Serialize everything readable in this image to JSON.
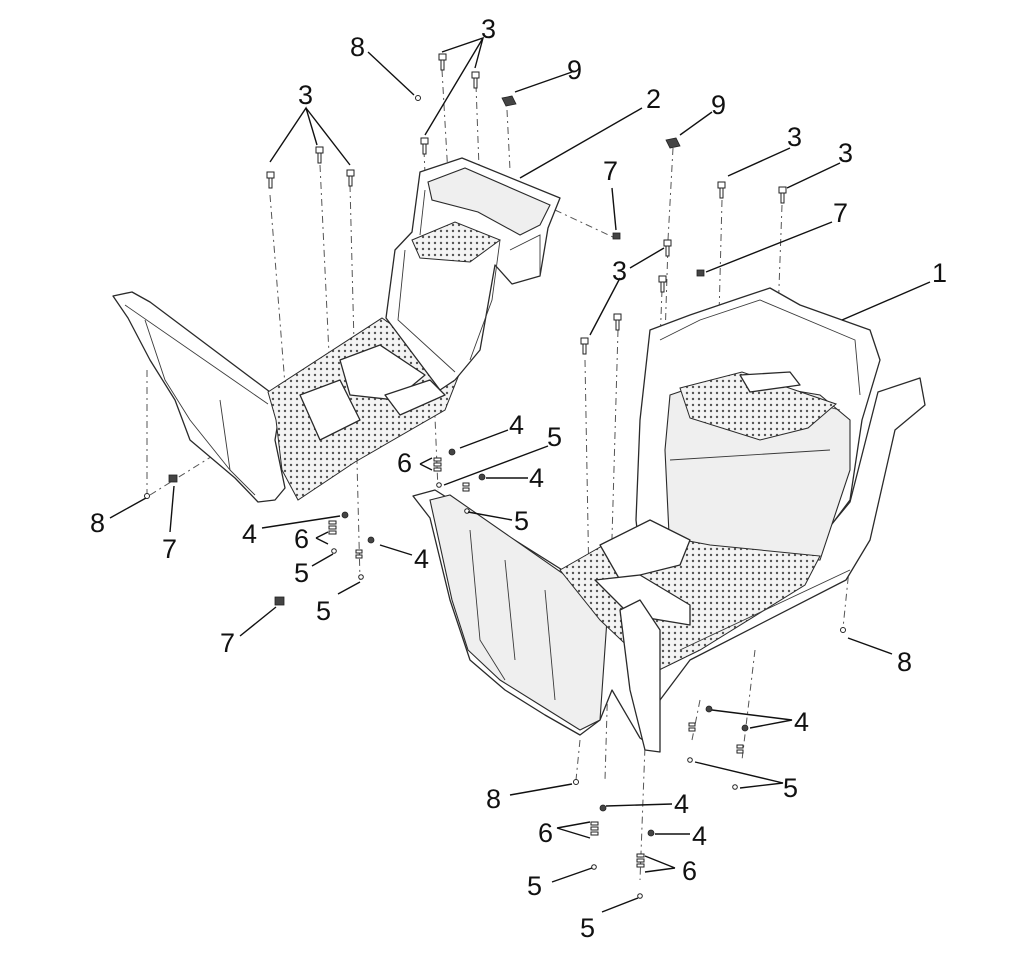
{
  "callouts": {
    "c1": "1",
    "c2": "2",
    "c3a": "3",
    "c3b": "3",
    "c3c": "3",
    "c3d": "3",
    "c3e": "3",
    "c4a": "4",
    "c4b": "4",
    "c4c": "4",
    "c4d": "4",
    "c4e": "4",
    "c4f": "4",
    "c4g": "4",
    "c5a": "5",
    "c5b": "5",
    "c5c": "5",
    "c5d": "5",
    "c5e": "5",
    "c5f": "5",
    "c5g": "5",
    "c6a": "6",
    "c6b": "6",
    "c6c": "6",
    "c6d": "6",
    "c7a": "7",
    "c7b": "7",
    "c7c": "7",
    "c7d": "7",
    "c8a": "8",
    "c8b": "8",
    "c8c": "8",
    "c8d": "8",
    "c9a": "9",
    "c9b": "9"
  }
}
